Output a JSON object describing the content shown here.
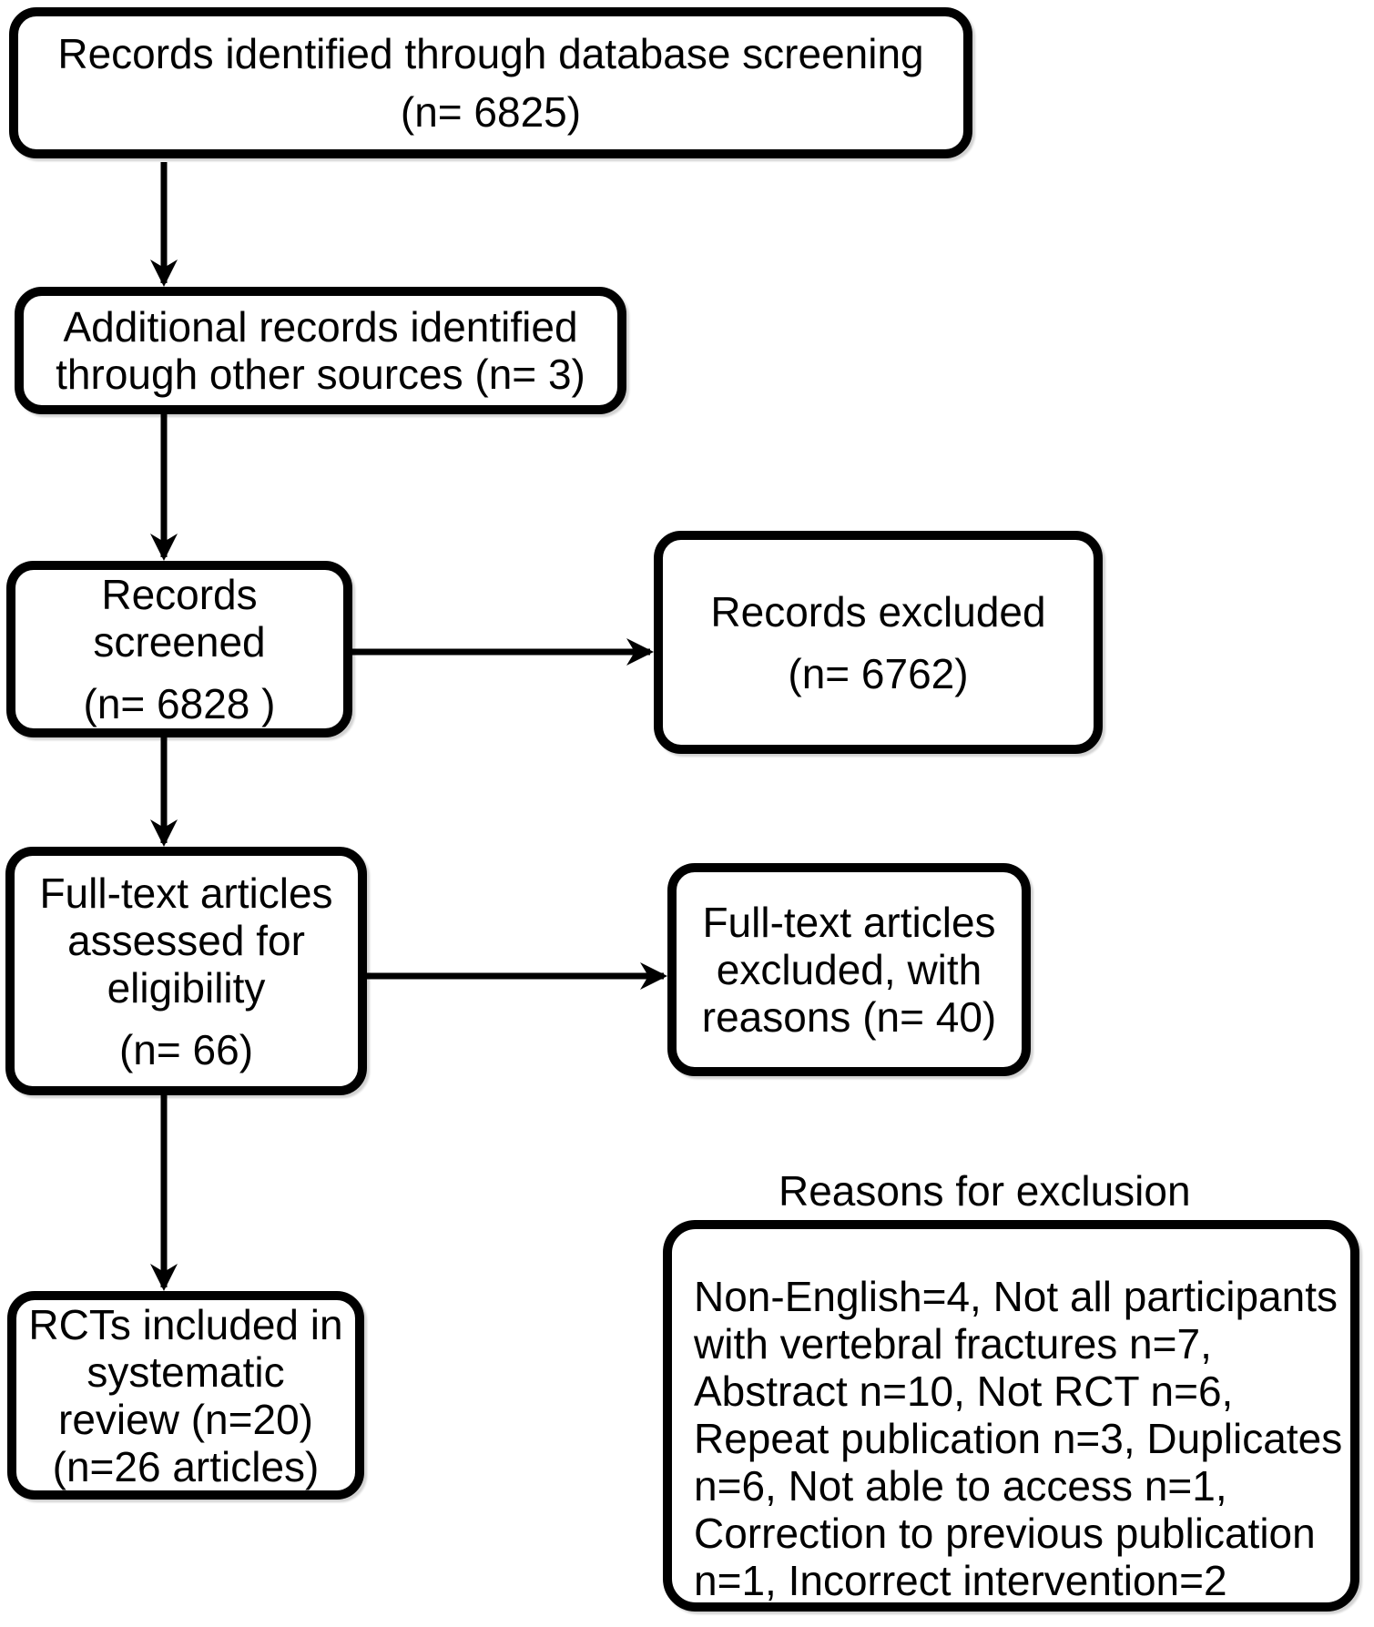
{
  "flow": {
    "background_color": "#ffffff",
    "line_color": "#000000",
    "text_color": "#000000",
    "boxes": {
      "identified": {
        "lines": [
          "Records identified through database screening",
          "(n= 6825)"
        ]
      },
      "additional": {
        "lines": [
          "Additional records identified",
          "through other sources (n= 3)"
        ]
      },
      "screened": {
        "lines": [
          "Records",
          "screened",
          "(n= 6828 )"
        ]
      },
      "records_excluded": {
        "lines": [
          "Records excluded",
          "(n= 6762)"
        ]
      },
      "fulltext_assessed": {
        "lines": [
          "Full-text articles",
          "assessed for",
          "eligibility",
          "(n= 66)"
        ]
      },
      "fulltext_excluded": {
        "lines": [
          "Full-text articles",
          "excluded, with",
          "reasons (n= 40)"
        ]
      },
      "rcts_included": {
        "lines": [
          "RCTs included in",
          "systematic",
          "review (n=20)",
          "(n=26 articles)"
        ]
      },
      "reasons": {
        "heading": "Reasons for exclusion",
        "lines": [
          "Non-English=4, Not all participants",
          "with vertebral fractures n=7,",
          "Abstract n=10, Not RCT n=6,",
          "Repeat publication n=3, Duplicates",
          "n=6, Not able to access n=1,",
          "Correction to previous publication",
          "n=1, Incorrect intervention=2"
        ]
      }
    }
  }
}
